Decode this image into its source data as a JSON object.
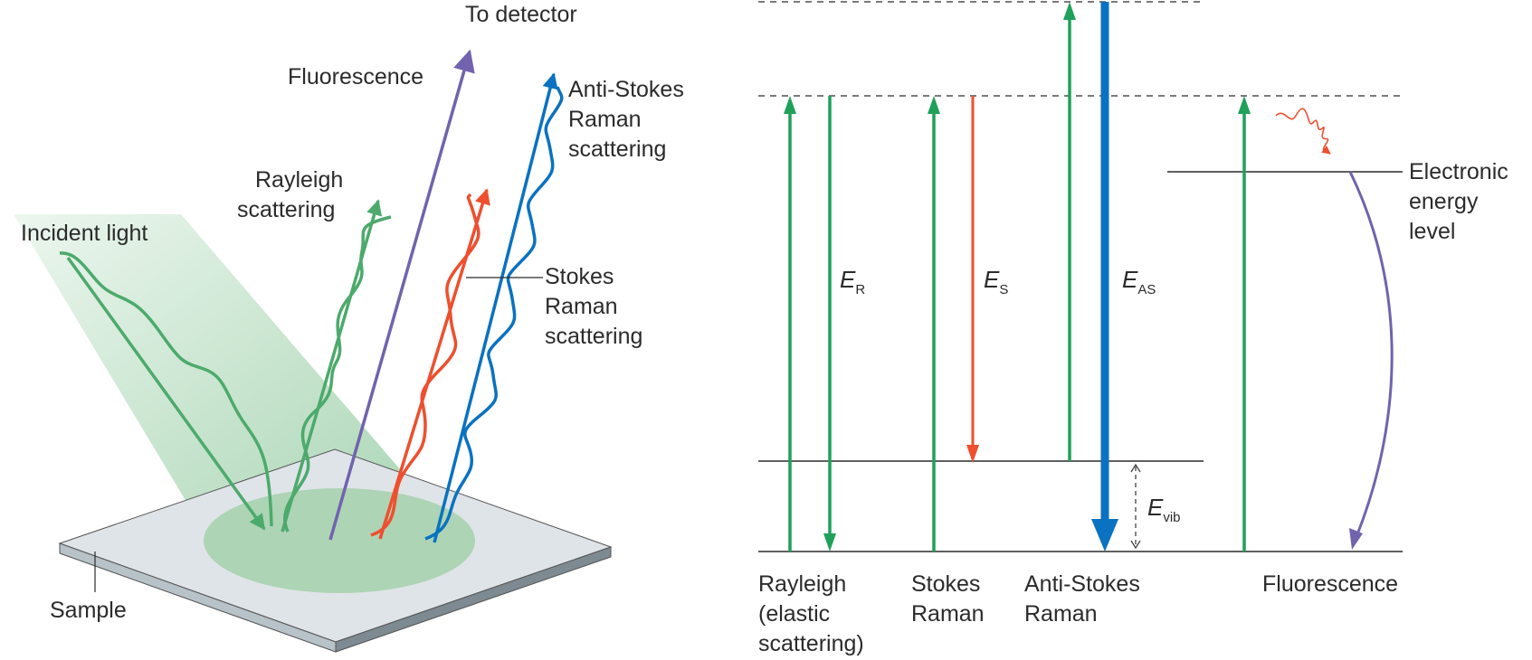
{
  "left_panel": {
    "labels": {
      "to_detector": "To detector",
      "fluorescence": "Fluorescence",
      "anti_stokes": [
        "Anti-Stokes",
        "Raman",
        "scattering"
      ],
      "rayleigh": [
        "Rayleigh",
        "scattering"
      ],
      "incident": "Incident light",
      "stokes": [
        "Stokes",
        "Raman",
        "scattering"
      ],
      "sample": "Sample"
    }
  },
  "right_panel": {
    "symbols": {
      "er_main": "E",
      "er_sub": "R",
      "es_main": "E",
      "es_sub": "S",
      "eas_main": "E",
      "eas_sub": "AS",
      "evib_main": "E",
      "evib_sub": "vib"
    },
    "labels": {
      "electronic": [
        "Electronic",
        "energy",
        "level"
      ],
      "rayleigh_bottom": [
        "Rayleigh",
        "(elastic",
        "scattering)"
      ],
      "stokes_bottom": [
        "Stokes",
        "Raman"
      ],
      "anti_stokes_bottom": [
        "Anti-Stokes",
        "Raman"
      ],
      "fluorescence_bottom": "Fluorescence"
    }
  },
  "colors": {
    "green": "#1fa15a",
    "wave_green": "#4caa6c",
    "red": "#ee4f2e",
    "blue": "#0a72c0",
    "purple": "#7163ad",
    "dark": "#2b2b2b"
  }
}
